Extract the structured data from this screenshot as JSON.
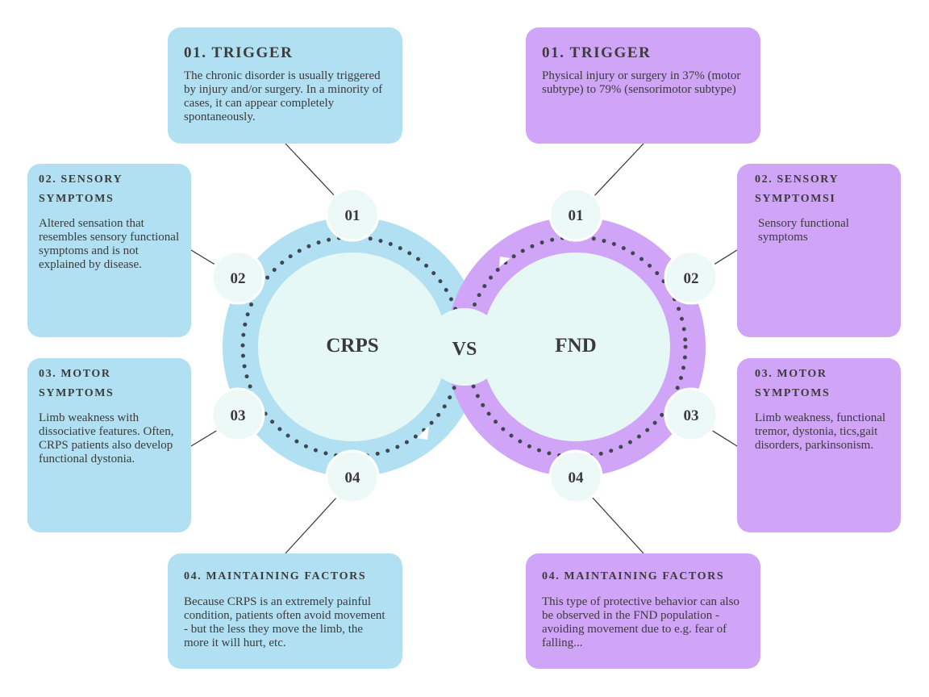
{
  "crps": {
    "title": "CRPS",
    "color": "#b0e0f2",
    "cards": [
      {
        "heading": "01. TRIGGER",
        "text": "The chronic disorder is usually triggered by injury and/or surgery. In a minority of cases, it can appear completely spontaneously."
      },
      {
        "heading": "02. SENSORY SYMPTOMS",
        "text": "Altered sensation that resembles sensory functional symptoms and is not explained by disease."
      },
      {
        "heading": "03. MOTOR SYMPTOMS",
        "text": "Limb weakness with dissociative features. Often, CRPS patients also develop functional dystonia."
      },
      {
        "heading": "04. MAINTAINING FACTORS",
        "text": "Because CRPS is an extremely painful condition, patients often avoid movement - but the less they move the limb, the more it will hurt, etc."
      }
    ],
    "nodes": [
      "01",
      "02",
      "03",
      "04"
    ]
  },
  "fnd": {
    "title": "FND",
    "color": "#d0a4f6",
    "cards": [
      {
        "heading": "01. TRIGGER",
        "text": "Physical injury or surgery in 37% (motor subtype) to 79% (sensorimotor subtype)"
      },
      {
        "heading": "02. SENSORY SYMPTOMSI",
        "text": "Sensory functional symptoms"
      },
      {
        "heading": "03. MOTOR SYMPTOMS",
        "text": "Limb weakness, functional tremor, dystonia, tics,gait disorders, parkinsonism."
      },
      {
        "heading": "04. MAINTAINING FACTORS",
        "text": "This type of protective behavior can also be observed in the FND population - avoiding movement due to e.g. fear of falling..."
      }
    ],
    "nodes": [
      "01",
      "02",
      "03",
      "04"
    ]
  },
  "center_label": "VS",
  "colors": {
    "center_fill": "#e6f8f5",
    "node_fill": "#edf9f6",
    "dots": "#3f4650",
    "connector": "#333333"
  }
}
